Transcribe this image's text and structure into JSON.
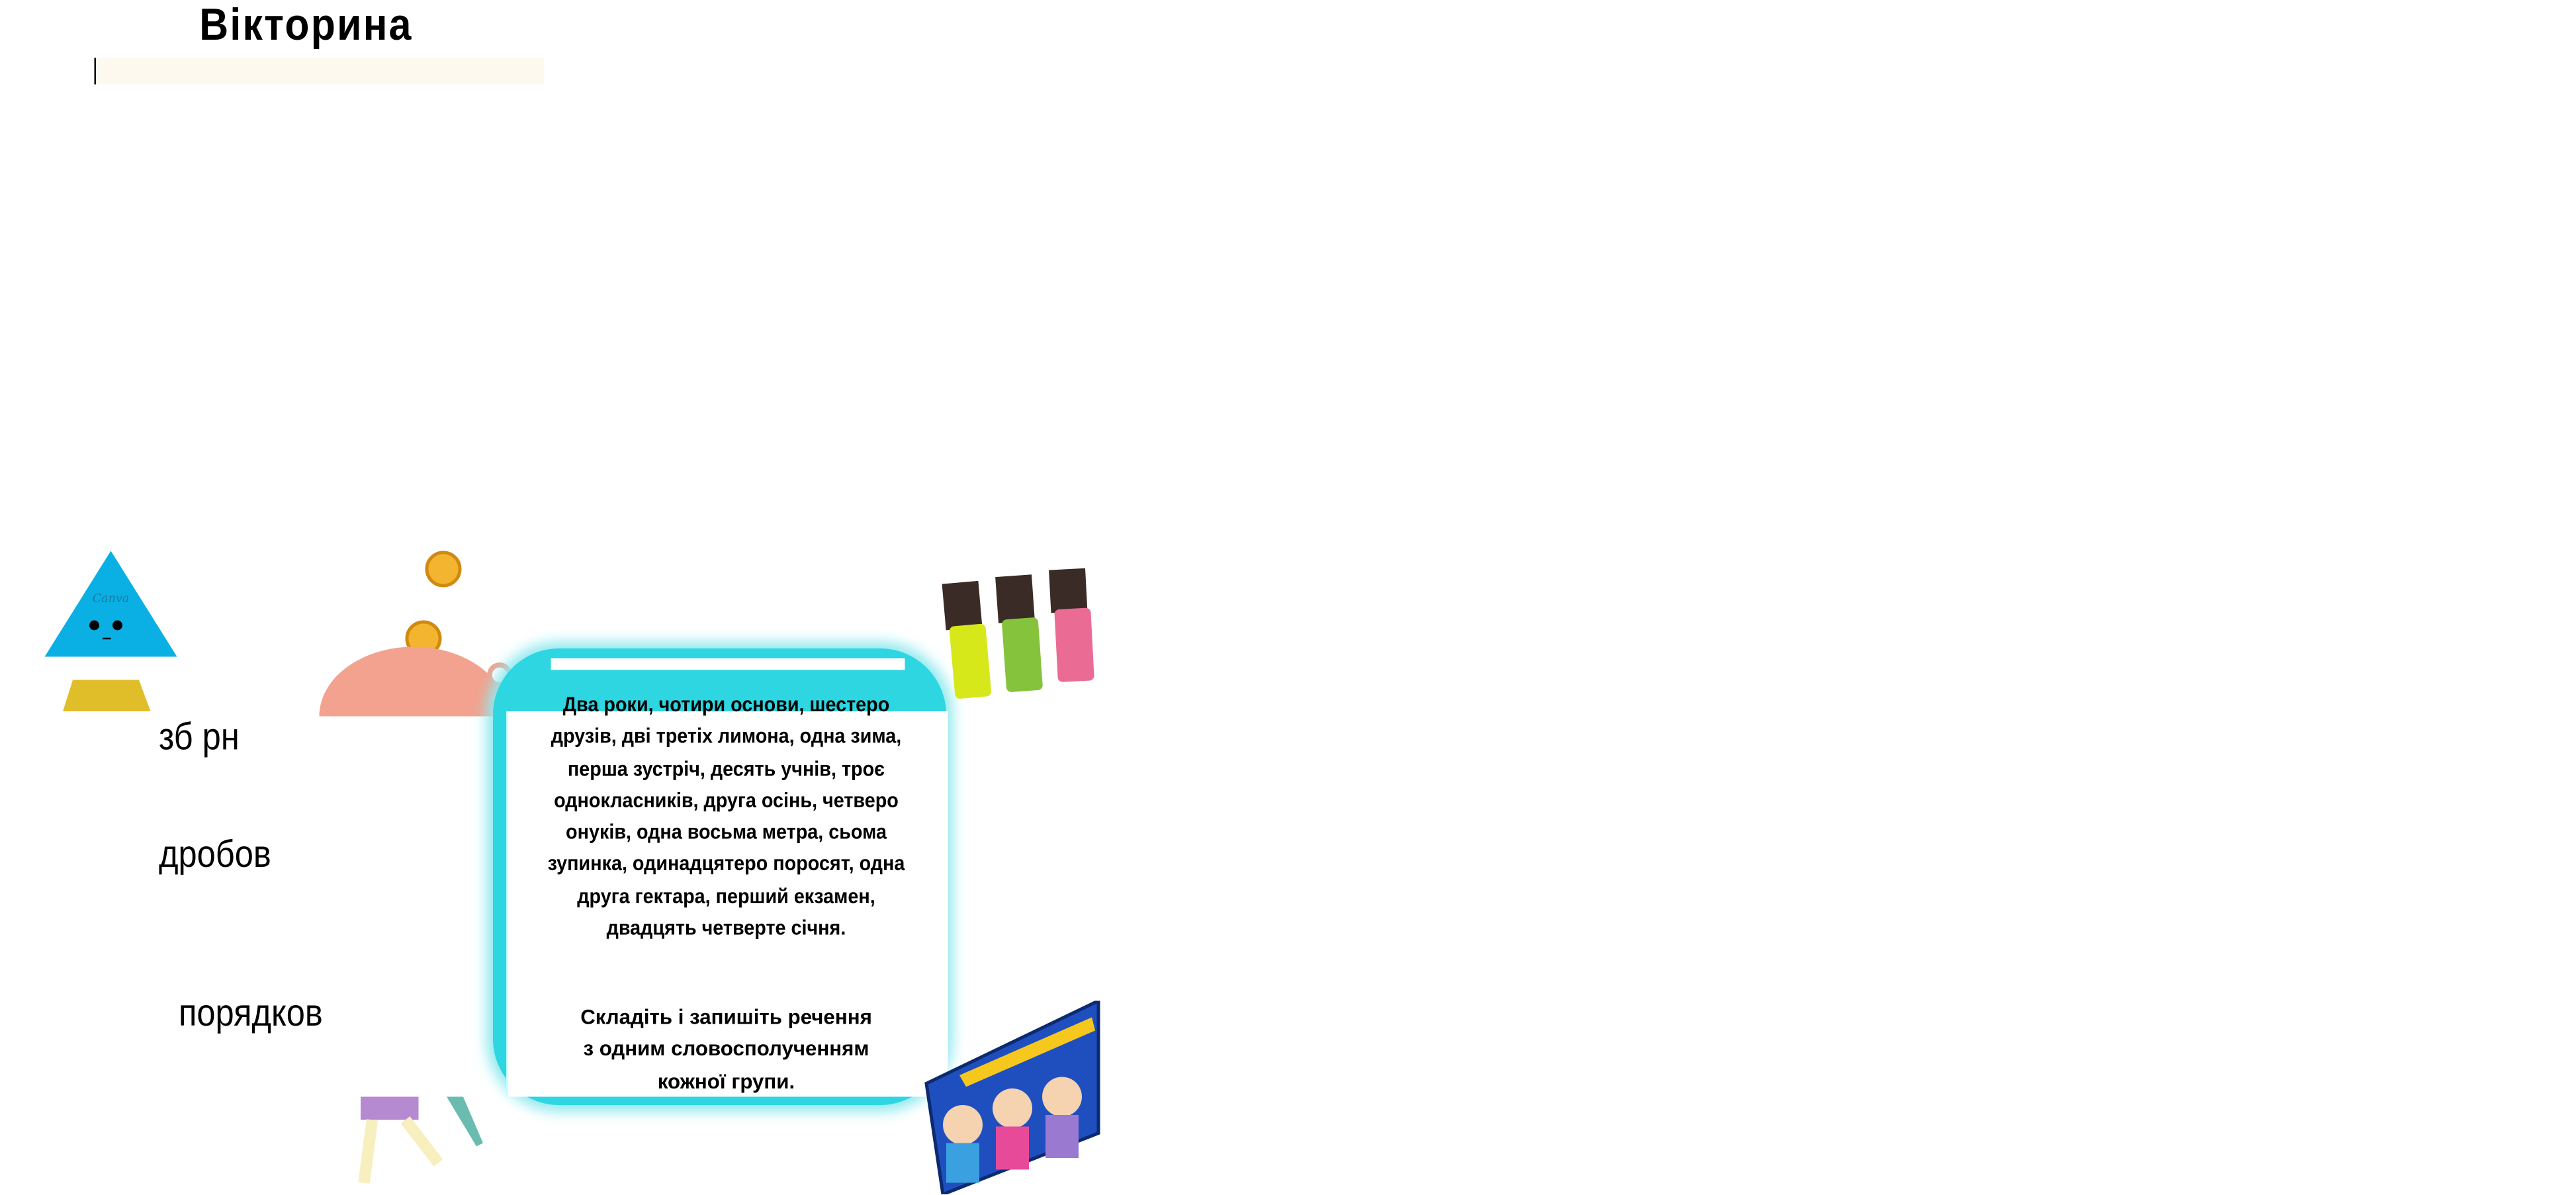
{
  "title": "Вікторина",
  "left_labels": [
    "зб рн",
    "дробов",
    "порядков"
  ],
  "card": {
    "lines": [
      "Два роки, чотири основи, шестеро",
      "друзів, дві третіх лимона, одна зима,",
      "перша зустріч, десять учнів, троє",
      "однокласників, друга осінь, четверо",
      "онуків, одна восьма метра, сьома",
      "зупинка, одинадцятеро поросят, одна",
      "друга гектара, перший екзамен,",
      "двадцять четверте січня."
    ],
    "task_lines": [
      "Складіть і запишіть речення",
      "з одним словосполученням",
      "кожної групи."
    ]
  },
  "decor_text": "Canva",
  "colors": {
    "card": "#2dd6e0",
    "input_bar": "#fdf9ee"
  }
}
